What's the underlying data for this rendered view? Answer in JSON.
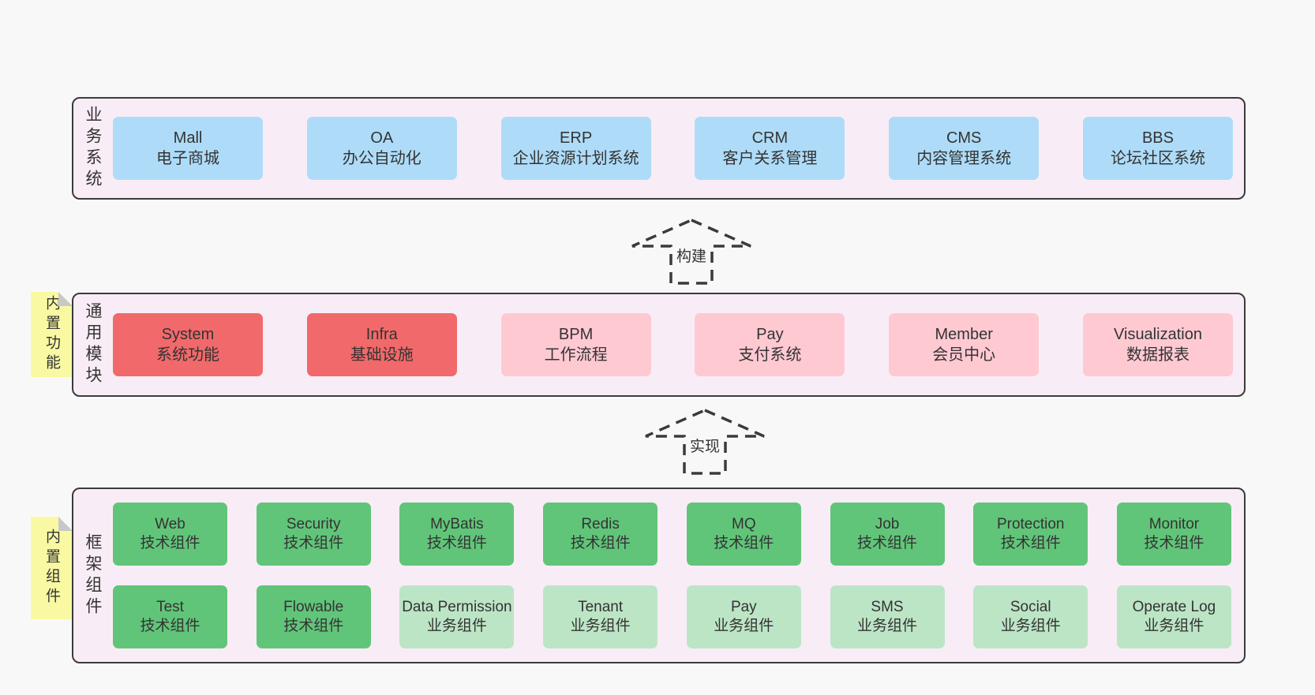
{
  "colors": {
    "page_bg": "#f9f8f9",
    "container_fill": "#f8edf6",
    "container_border": "#3b3b3b",
    "blue_box": "#aedcf8",
    "red_box": "#f1696a",
    "pink_box": "#ffc9d2",
    "green_dark_box": "#61c579",
    "green_light_box": "#bce5c6",
    "sticky_yellow": "#f9f9a3",
    "text": "#333333"
  },
  "business_layer": {
    "label": "业务系统",
    "boxes": [
      {
        "name": "Mall",
        "desc": "电子商城",
        "type": "blue"
      },
      {
        "name": "OA",
        "desc": "办公自动化",
        "type": "blue"
      },
      {
        "name": "ERP",
        "desc": "企业资源计划系统",
        "type": "blue"
      },
      {
        "name": "CRM",
        "desc": "客户关系管理",
        "type": "blue"
      },
      {
        "name": "CMS",
        "desc": "内容管理系统",
        "type": "blue"
      },
      {
        "name": "BBS",
        "desc": "论坛社区系统",
        "type": "blue"
      }
    ]
  },
  "arrow_build": {
    "label": "构建"
  },
  "modules_layer": {
    "label": "通用模块",
    "sticky_note": "内置功能",
    "boxes": [
      {
        "name": "System",
        "desc": "系统功能",
        "type": "red"
      },
      {
        "name": "Infra",
        "desc": "基础设施",
        "type": "red"
      },
      {
        "name": "BPM",
        "desc": "工作流程",
        "type": "pink"
      },
      {
        "name": "Pay",
        "desc": "支付系统",
        "type": "pink"
      },
      {
        "name": "Member",
        "desc": "会员中心",
        "type": "pink"
      },
      {
        "name": "Visualization",
        "desc": "数据报表",
        "type": "pink"
      }
    ]
  },
  "arrow_implement": {
    "label": "实现"
  },
  "framework_layer": {
    "label": "框架组件",
    "sticky_note": "内置组件",
    "boxes": [
      {
        "name": "Web",
        "desc": "技术组件",
        "type": "green-dark"
      },
      {
        "name": "Security",
        "desc": "技术组件",
        "type": "green-dark"
      },
      {
        "name": "MyBatis",
        "desc": "技术组件",
        "type": "green-dark"
      },
      {
        "name": "Redis",
        "desc": "技术组件",
        "type": "green-dark"
      },
      {
        "name": "MQ",
        "desc": "技术组件",
        "type": "green-dark"
      },
      {
        "name": "Job",
        "desc": "技术组件",
        "type": "green-dark"
      },
      {
        "name": "Protection",
        "desc": "技术组件",
        "type": "green-dark"
      },
      {
        "name": "Monitor",
        "desc": "技术组件",
        "type": "green-dark"
      },
      {
        "name": "Test",
        "desc": "技术组件",
        "type": "green-dark"
      },
      {
        "name": "Flowable",
        "desc": "技术组件",
        "type": "green-dark"
      },
      {
        "name": "Data Permission",
        "desc": "业务组件",
        "type": "green-light"
      },
      {
        "name": "Tenant",
        "desc": "业务组件",
        "type": "green-light"
      },
      {
        "name": "Pay",
        "desc": "业务组件",
        "type": "green-light"
      },
      {
        "name": "SMS",
        "desc": "业务组件",
        "type": "green-light"
      },
      {
        "name": "Social",
        "desc": "业务组件",
        "type": "green-light"
      },
      {
        "name": "Operate Log",
        "desc": "业务组件",
        "type": "green-light"
      }
    ]
  }
}
